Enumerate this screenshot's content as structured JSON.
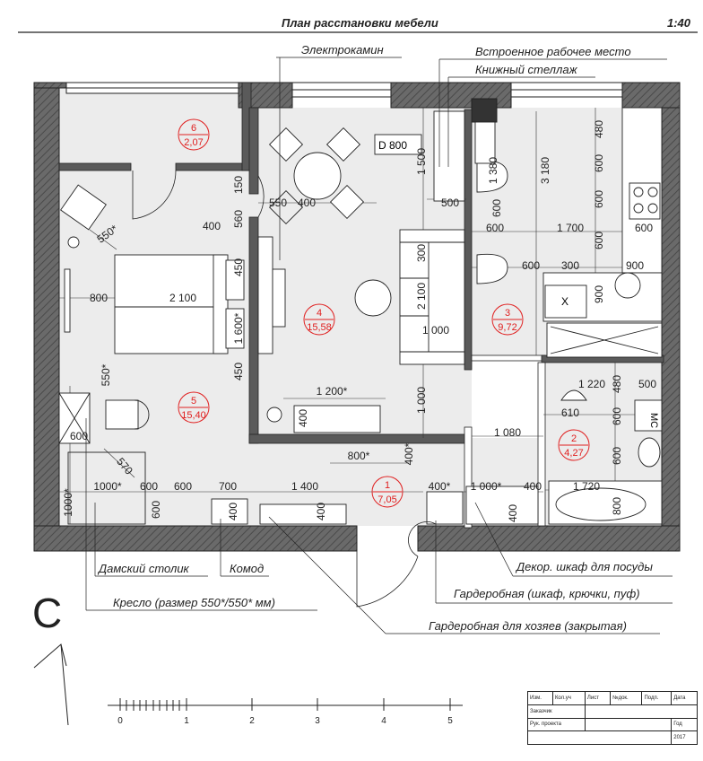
{
  "header": {
    "title": "План расстановки мебели",
    "scale": "1:40"
  },
  "callouts": {
    "fireplace": "Электрокамин",
    "workplace": "Встроенное рабочее место",
    "bookshelf": "Книжный стеллаж",
    "dressing_table": "Дамский столик",
    "chest": "Комод",
    "armchair": "Кресло (размер 550*/550* мм)",
    "dish_cabinet": "Декор. шкаф для посуды",
    "wardrobe": "Гардеробная (шкаф, крючки, пуф)",
    "owner_wardrobe": "Гардеробная для хозяев (закрытая)"
  },
  "table_label": "D 800",
  "rooms": [
    {
      "num": "6",
      "area": "2,07"
    },
    {
      "num": "4",
      "area": "15,58"
    },
    {
      "num": "3",
      "area": "9,72"
    },
    {
      "num": "5",
      "area": "15,40"
    },
    {
      "num": "2",
      "area": "4,27"
    },
    {
      "num": "1",
      "area": "7,05"
    }
  ],
  "dims": {
    "d1500": "1 500",
    "d550": "550",
    "d400a": "400",
    "d500": "500",
    "d1380": "1 380",
    "d3180": "3 180",
    "d480a": "480",
    "d600a": "600",
    "d600b": "600",
    "d600c": "600",
    "d600d": "600",
    "d600e": "600",
    "d1700": "1 700",
    "d600f": "600",
    "d150": "150",
    "d560": "560",
    "d400b": "400",
    "d450a": "450",
    "d550s": "550*",
    "d800": "800",
    "d2100": "2 100",
    "d1600s": "1 600*",
    "d300": "300",
    "d2100v": "2 100",
    "d1000": "1 000",
    "d600g": "600",
    "d300h": "300",
    "d900": "900",
    "d900v": "900",
    "d450b": "450",
    "d550s2": "550*",
    "d1200s": "1 200*",
    "d400c": "400",
    "d1000v": "1 000",
    "d1220": "1 220",
    "d480b": "480",
    "d500b": "500",
    "d610": "610",
    "d600h": "600",
    "d600i": "600",
    "d600j": "600",
    "d1080": "1 080",
    "d800s": "800*",
    "d400s": "400*",
    "d570": "570",
    "d1000s1": "1000*",
    "d1000s2": "1000*",
    "d600k": "600",
    "d600l": "600",
    "d700": "700",
    "d1400": "1 400",
    "d600m": "600",
    "d400d": "400",
    "d400e": "400",
    "d400s2": "400*",
    "d1000s3": "1 000*",
    "d400f": "400",
    "d400g": "400",
    "d1720": "1 720",
    "d800b": "800"
  },
  "fixtures": {
    "x_mark": "X",
    "ms_mark": "МС"
  },
  "north": "С",
  "scale_bar": [
    "0",
    "1",
    "2",
    "3",
    "4",
    "5"
  ],
  "stamp": {
    "cols": [
      "Изм.",
      "Кол.уч",
      "Лист",
      "№док.",
      "Подп.",
      "Дата"
    ],
    "client": "Заказчик",
    "lead": "Рук. проекта",
    "year_label": "Год",
    "year": "2017"
  }
}
